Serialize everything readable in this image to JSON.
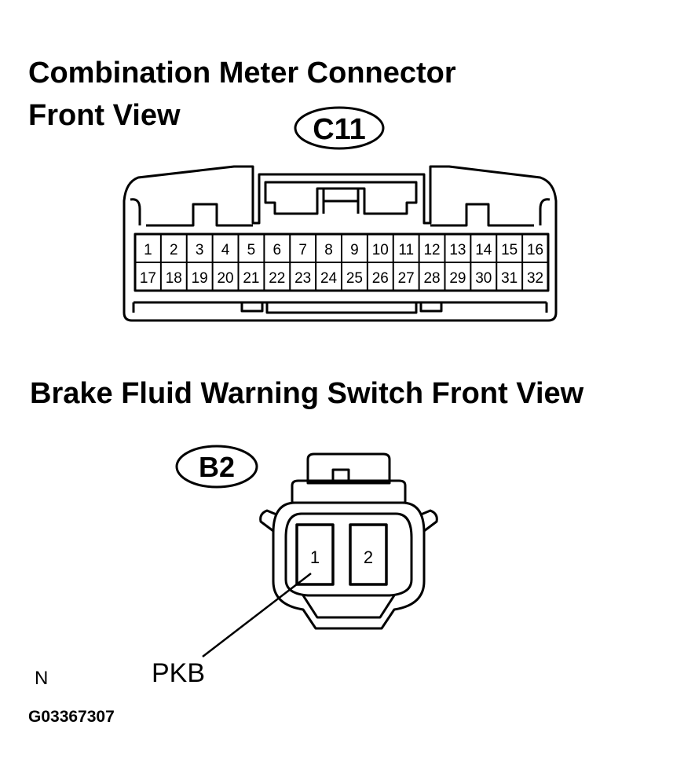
{
  "titles": {
    "meter_connector": "Combination Meter Connector",
    "meter_view": "Front View",
    "switch_title": "Brake Fluid Warning Switch Front View"
  },
  "connector_c11": {
    "id": "C11",
    "pins_top": [
      "1",
      "2",
      "3",
      "4",
      "5",
      "6",
      "7",
      "8",
      "9",
      "10",
      "11",
      "12",
      "13",
      "14",
      "15",
      "16"
    ],
    "pins_bottom": [
      "17",
      "18",
      "19",
      "20",
      "21",
      "22",
      "23",
      "24",
      "25",
      "26",
      "27",
      "28",
      "29",
      "30",
      "31",
      "32"
    ]
  },
  "connector_b2": {
    "id": "B2",
    "pins": [
      "1",
      "2"
    ],
    "callout": "PKB"
  },
  "footer": {
    "north": "N",
    "code": "G03367307"
  }
}
